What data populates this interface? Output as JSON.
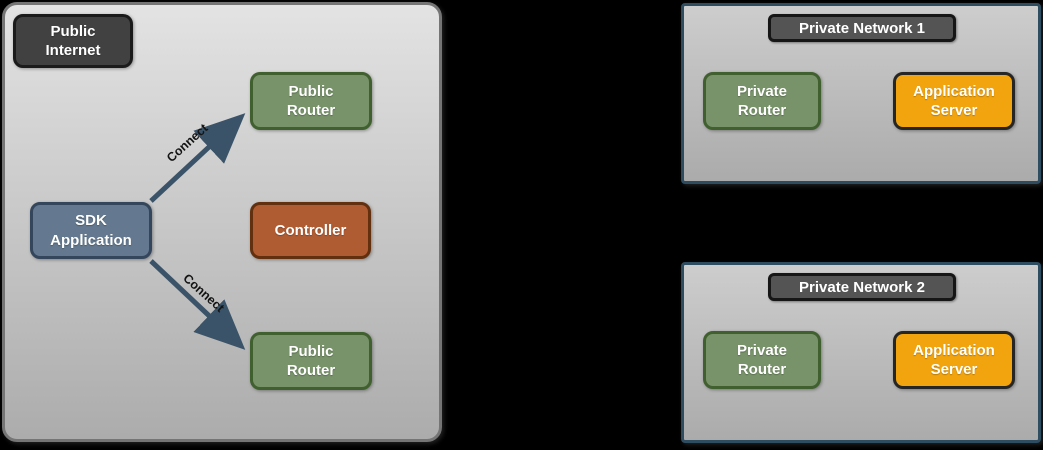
{
  "colors": {
    "background": "#000000",
    "internet_panel_border": "#757575",
    "internet_panel_fill_top": "#e3e3e3",
    "internet_panel_fill_bottom": "#acacac",
    "network_panel_border": "#2e4d61",
    "network_panel_fill": "#bdbdbd",
    "dark_label_fill": "#414141",
    "router_green_fill": "#78936a",
    "router_green_border": "#41602f",
    "sdk_blue_fill": "#64798f",
    "sdk_blue_border": "#33465c",
    "controller_rust_fill": "#b05c33",
    "controller_rust_border": "#63300f",
    "server_orange_fill": "#f2a40e",
    "server_orange_border": "#262626",
    "arrow_color": "#3a5368"
  },
  "public_internet": {
    "label": "Public Internet",
    "nodes": {
      "public_router_top": "Public Router",
      "sdk_application": "SDK Application",
      "controller": "Controller",
      "public_router_bottom": "Public Router"
    },
    "connections": {
      "connect_top": "Connect",
      "connect_bottom": "Connect"
    }
  },
  "private_network_1": {
    "title": "Private Network 1",
    "nodes": {
      "private_router": "Private Router",
      "application_server": "Application Server"
    }
  },
  "private_network_2": {
    "title": "Private Network 2",
    "nodes": {
      "private_router": "Private Router",
      "application_server": "Application Server"
    }
  }
}
